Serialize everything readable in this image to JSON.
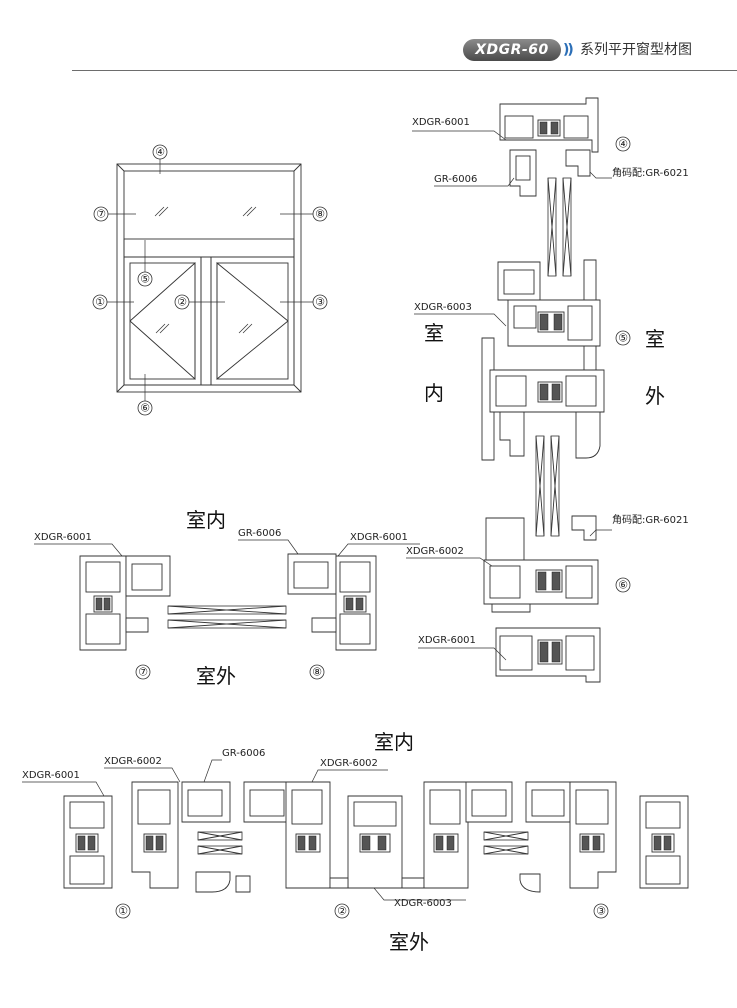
{
  "header": {
    "series_badge": "XDGR-60",
    "chevrons": "))",
    "title": "系列平开窗型材图"
  },
  "elevation": {
    "markers": [
      "④",
      "⑦",
      "⑧",
      "⑤",
      "①",
      "②",
      "③",
      "⑥"
    ]
  },
  "vertical_section": {
    "label_6001_top": "XDGR-6001",
    "label_6006": "GR-6006",
    "label_6003": "XDGR-6003",
    "label_6002": "XDGR-6002",
    "label_6001_bottom": "XDGR-6001",
    "label_corner_top": "角码配:GR-6021",
    "label_corner_bottom": "角码配:GR-6021",
    "marker_4": "④",
    "marker_5": "⑤",
    "marker_6": "⑥",
    "indoor_1": "室",
    "indoor_2": "内",
    "outdoor_1": "室",
    "outdoor_2": "外"
  },
  "side_sections": {
    "indoor": "室内",
    "outdoor": "室外",
    "left_label": "XDGR-6001",
    "right_label_6006": "GR-6006",
    "right_label_6001": "XDGR-6001",
    "marker_7": "⑦",
    "marker_8": "⑧"
  },
  "horizontal_section": {
    "indoor": "室内",
    "outdoor": "室外",
    "label_6001": "XDGR-6001",
    "label_6002_left": "XDGR-6002",
    "label_6006": "GR-6006",
    "label_6002_right": "XDGR-6002",
    "label_6003": "XDGR-6003",
    "marker_1": "①",
    "marker_2": "②",
    "marker_3": "③"
  }
}
